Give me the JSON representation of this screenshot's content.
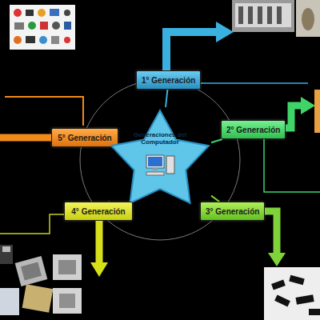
{
  "diagram": {
    "nodes": [
      {
        "text": [
          "1° Generación"
        ]
      },
      {
        "text": [
          "5° Generación"
        ]
      },
      {
        "text": [
          "Generaciones del Computador"
        ]
      },
      {
        "text": [
          "2° Generación"
        ]
      },
      {
        "text": [
          "4° Generación"
        ]
      },
      {
        "text": [
          "3° Generación"
        ]
      }
    ],
    "edges": [
      {
        "from": 2,
        "to": 0,
        "arrow": "none"
      },
      {
        "from": 2,
        "to": 3,
        "arrow": "none"
      },
      {
        "from": 2,
        "to": 5,
        "arrow": "none"
      },
      {
        "from": 2,
        "to": 4,
        "arrow": "none"
      },
      {
        "from": 2,
        "to": 1,
        "arrow": "none"
      }
    ]
  }
}
